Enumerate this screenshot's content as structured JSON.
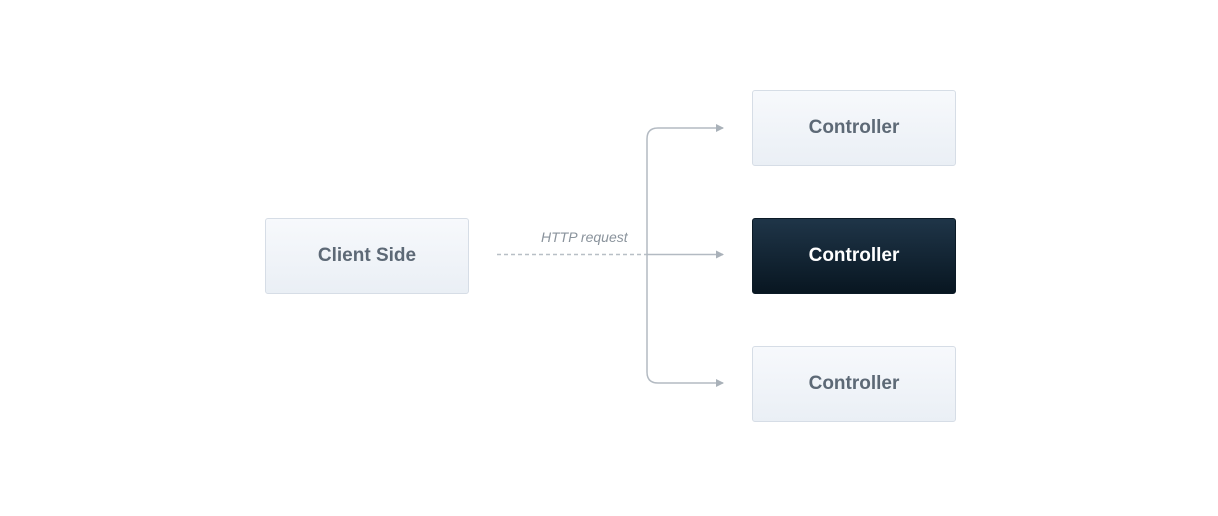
{
  "diagram": {
    "client_label": "Client Side",
    "edge_label": "HTTP request",
    "controllers": [
      {
        "label": "Controller",
        "highlighted": false
      },
      {
        "label": "Controller",
        "highlighted": true
      },
      {
        "label": "Controller",
        "highlighted": false
      }
    ]
  },
  "colors": {
    "box_fill": "#eef2f7",
    "box_border": "#d6dde6",
    "box_text": "#5d6976",
    "highlight_fill": "#0f2232",
    "highlight_text": "#ffffff",
    "connector": "#b3bac2",
    "label_text": "#8a939c"
  }
}
